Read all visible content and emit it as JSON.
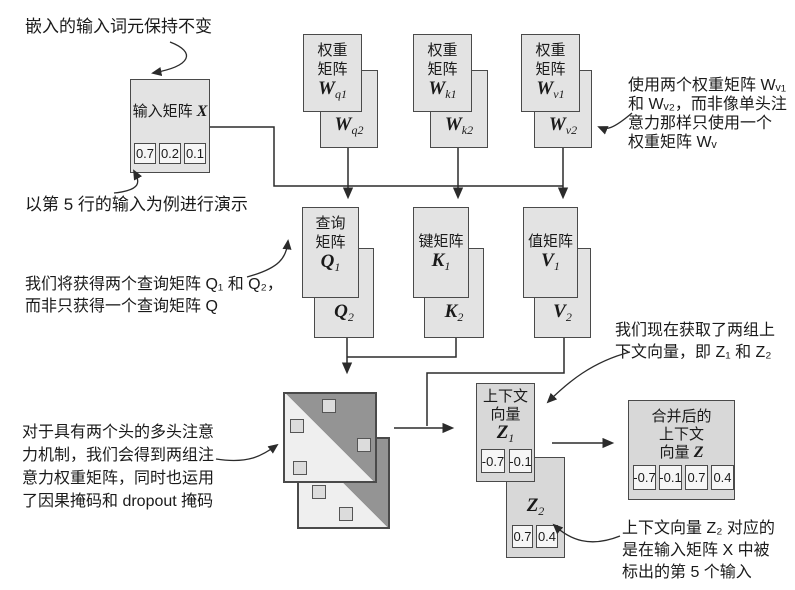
{
  "colors": {
    "box_fill": "#e3e3e3",
    "context_box_fill": "#d8d8d8",
    "box_border": "#4a4a4a",
    "mask_dark_triangle": "#949494",
    "mask_light_triangle": "#efefef",
    "line": "#2b2b2b",
    "background": "#ffffff"
  },
  "annotations": {
    "embed_note": "嵌入的输入词元保持不变",
    "row5_note": "以第 5 行的输入为例进行演示",
    "query_note_l1": "我们将获得两个查询矩阵 Q₁ 和 Q₂，",
    "query_note_l2": "而非只获得一个查询矩阵 Q",
    "weights_note_l1": "使用两个权重矩阵 Wᵥ₁",
    "weights_note_l2": "和 Wᵥ₂，而非像单头注",
    "weights_note_l3": "意力那样只使用一个",
    "weights_note_l4": "权重矩阵 Wᵥ",
    "attn_note_l1": "对于具有两个头的多头注意",
    "attn_note_l2": "力机制，我们会得到两组注",
    "attn_note_l3": "意力权重矩阵，同时也运用",
    "attn_note_l4": "了因果掩码和 dropout 掩码",
    "context_note_l1": "我们现在获取了两组上",
    "context_note_l2": "下文向量，即 Z₁ 和 Z₂",
    "z2_note_l1": "上下文向量 Z₂ 对应的",
    "z2_note_l2": "是在输入矩阵 X 中被",
    "z2_note_l3": "标出的第 5 个输入"
  },
  "input_matrix": {
    "title": "输入矩阵 ",
    "symbol": "X",
    "cells": [
      "0.7",
      "0.2",
      "0.1"
    ]
  },
  "weight_matrices": [
    {
      "label_l1": "权重",
      "label_l2": "矩阵",
      "front_symbol": "W",
      "front_sub": "q1",
      "back_symbol": "W",
      "back_sub": "q2"
    },
    {
      "label_l1": "权重",
      "label_l2": "矩阵",
      "front_symbol": "W",
      "front_sub": "k1",
      "back_symbol": "W",
      "back_sub": "k2"
    },
    {
      "label_l1": "权重",
      "label_l2": "矩阵",
      "front_symbol": "W",
      "front_sub": "v1",
      "back_symbol": "W",
      "back_sub": "v2"
    }
  ],
  "qkv_matrices": [
    {
      "label_lines": [
        "查询",
        "矩阵"
      ],
      "front_symbol": "Q",
      "front_sub": "1",
      "back_symbol": "Q",
      "back_sub": "2"
    },
    {
      "label_lines": [
        "键矩阵"
      ],
      "front_symbol": "K",
      "front_sub": "1",
      "back_symbol": "K",
      "back_sub": "2"
    },
    {
      "label_lines": [
        "值矩阵"
      ],
      "front_symbol": "V",
      "front_sub": "1",
      "back_symbol": "V",
      "back_sub": "2"
    }
  ],
  "z1": {
    "title_l1": "上下文",
    "title_l2": "向量",
    "symbol": "Z",
    "sub": "1",
    "cells": [
      "-0.7",
      "-0.1"
    ]
  },
  "z2": {
    "symbol": "Z",
    "sub": "2",
    "cells": [
      "0.7",
      "0.4"
    ]
  },
  "merged_z": {
    "title_l1": "合并后的",
    "title_l2": "上下文",
    "title_l3": "向量 ",
    "symbol": "Z",
    "cells": [
      "-0.7",
      "-0.1",
      "0.7",
      "0.4"
    ]
  }
}
